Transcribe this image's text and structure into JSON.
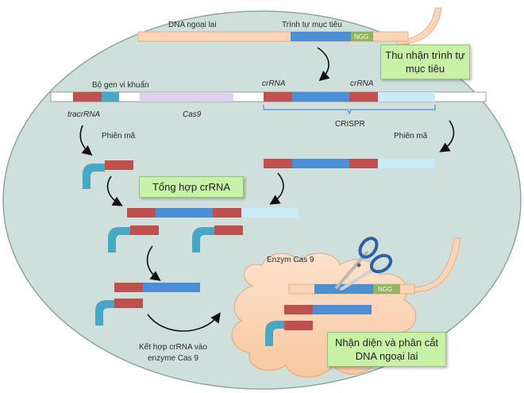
{
  "labels": {
    "foreign_dna": "DNA ngoại lai",
    "target_seq": "Trình tự mục tiêu",
    "ngg": "NGG",
    "bacterial_genome": "Bộ gen vi khuẩn",
    "crrna_1": "crRNA",
    "crrna_2": "crRNA",
    "tracrrna": "tracrRNA",
    "cas9_gene": "Cas9",
    "crispr": "CRISPR",
    "transcription_left": "Phiên mã",
    "transcription_right": "Phiên mã",
    "enzyme_cas9": "Enzym Cas 9",
    "combine_line1": "Kết hợp crRNA vào",
    "combine_line2": "enzyme Cas 9"
  },
  "boxes": {
    "acquire_line1": "Thu nhận trình tự",
    "acquire_line2": "mục tiêu",
    "synthesis": "Tổng hợp crRNA",
    "recognize_line1": "Nhận diện và phân cắt",
    "recognize_line2": "DNA ngoại lai"
  },
  "colors": {
    "ellipse": "#cfe0dc",
    "red": "#c0504d",
    "blue": "#4a8fd6",
    "light_blue": "#c8ebf7",
    "teal": "#45a8c4",
    "purple": "#dcd0ee",
    "peach": "#fbd3b5",
    "green": "#8fb560",
    "cloud": "#fcd5b5",
    "label_box": "#c8f0a6"
  }
}
